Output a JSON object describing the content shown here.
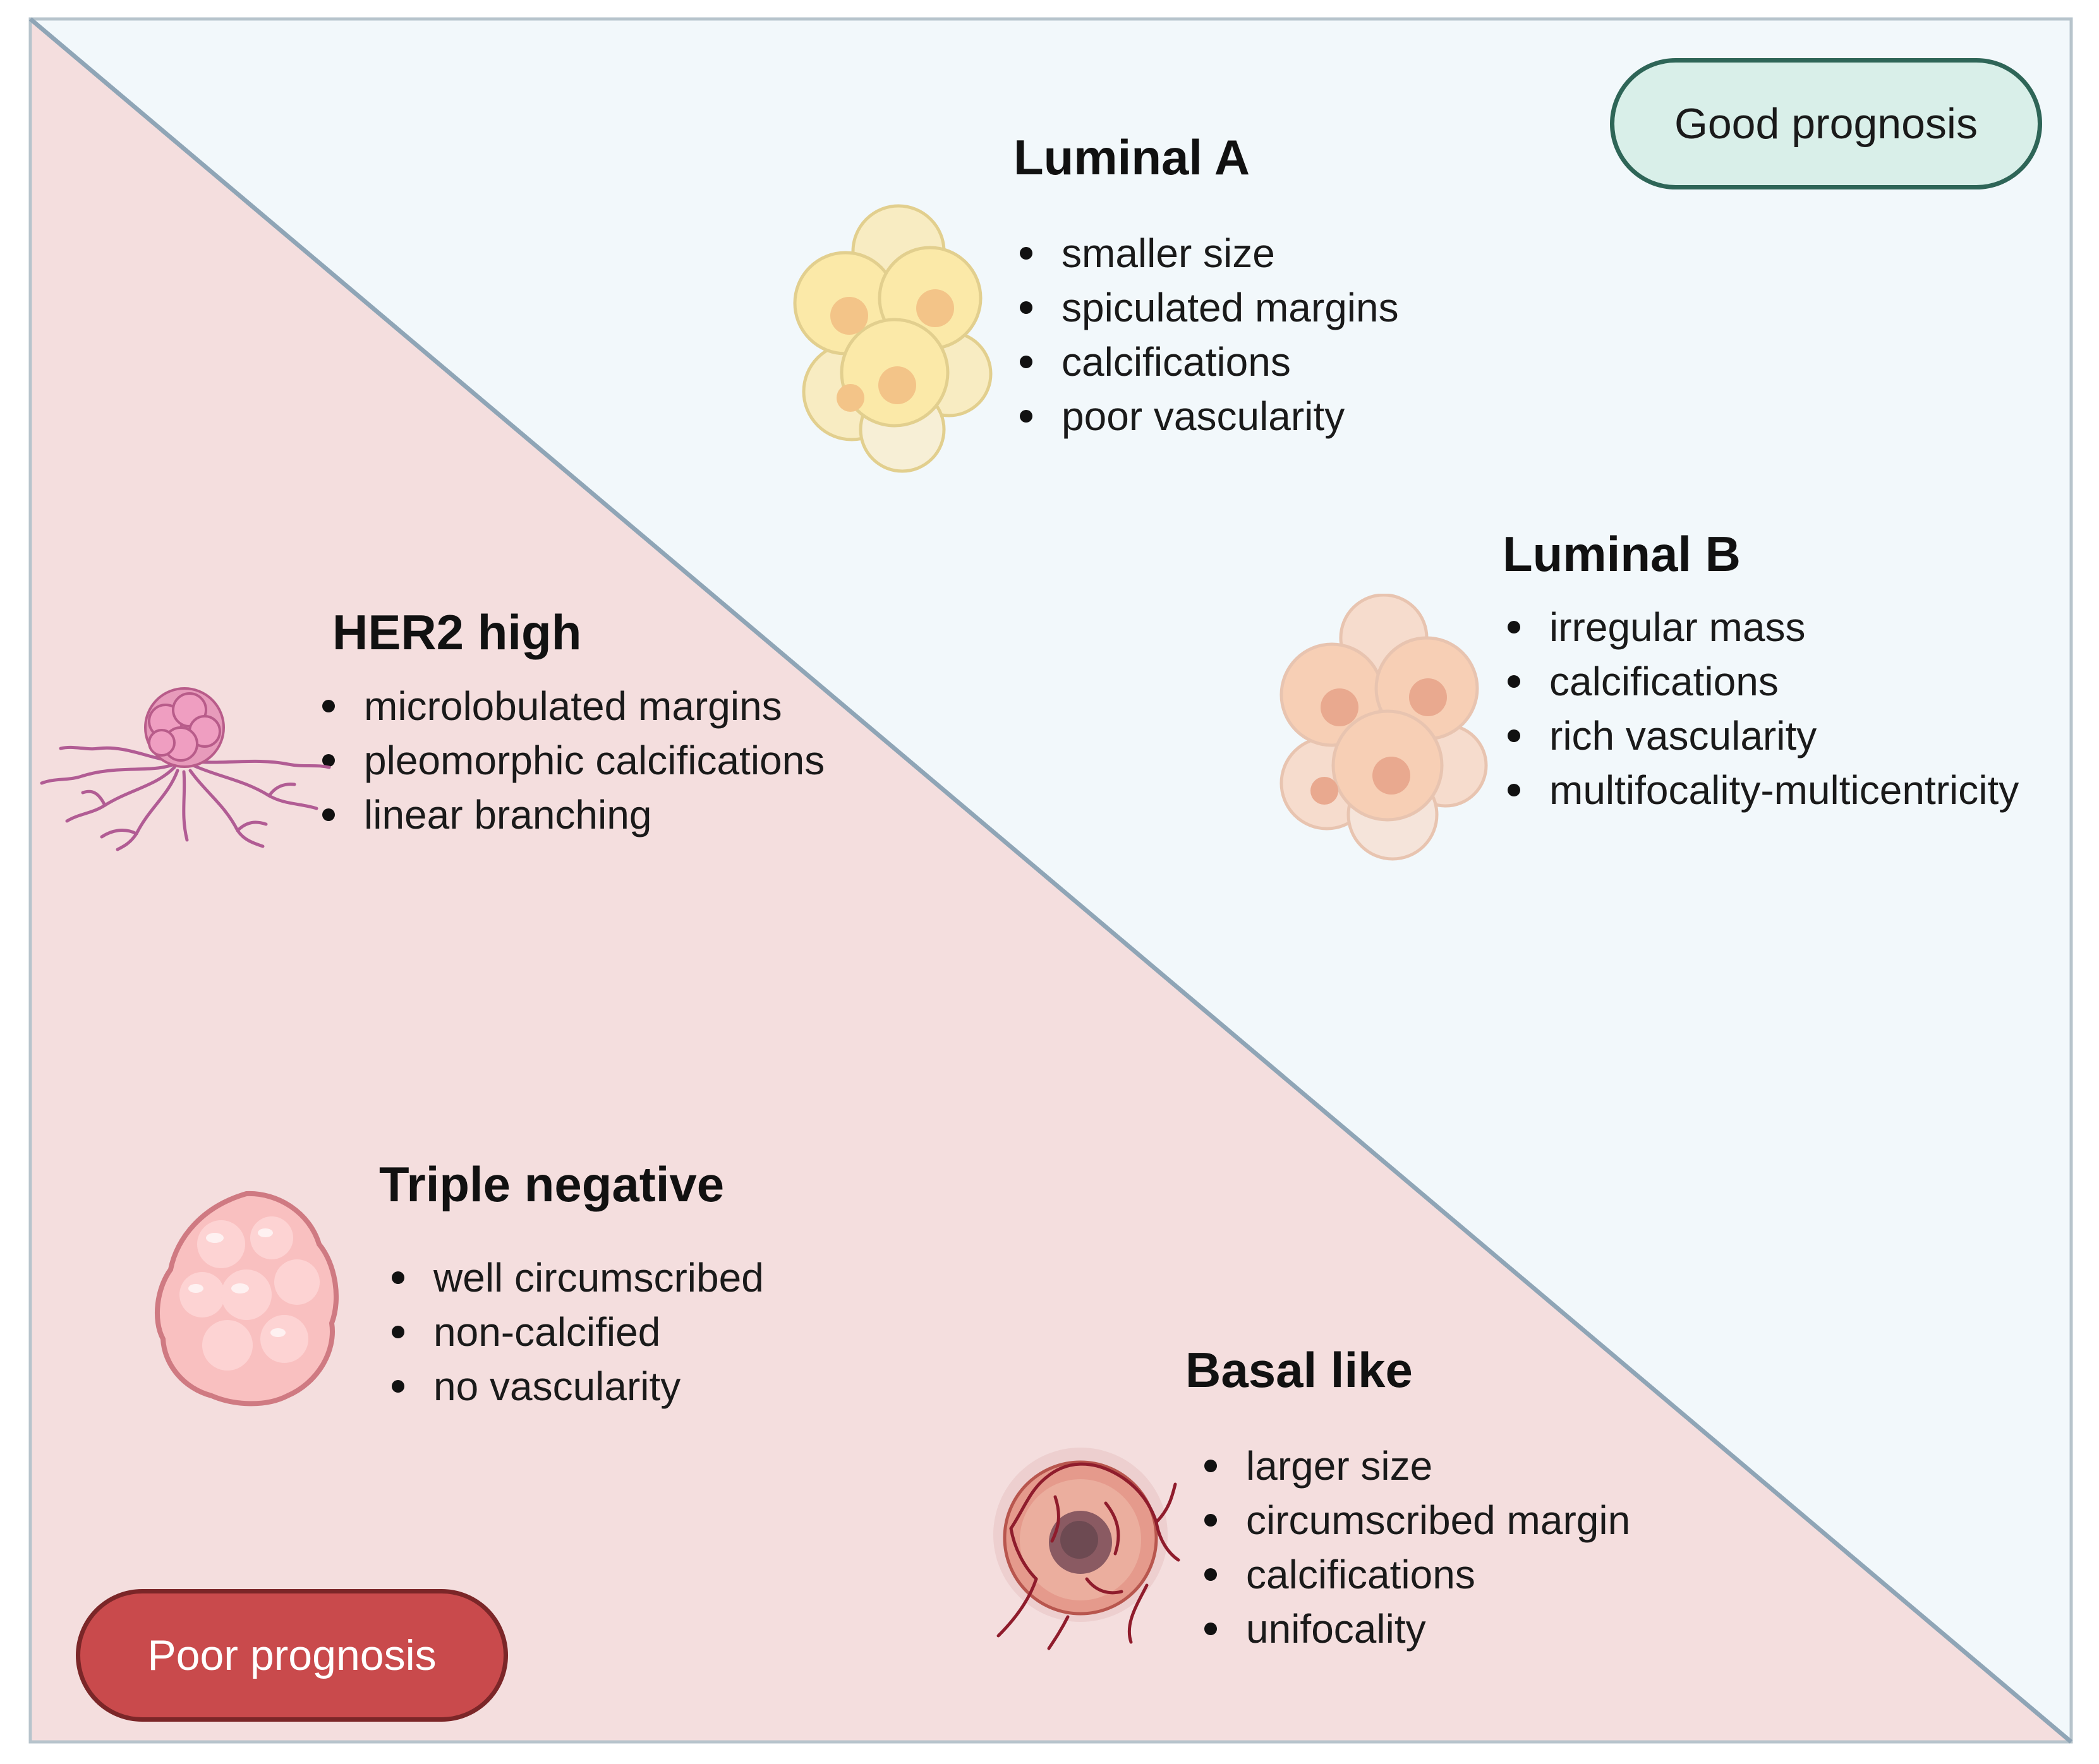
{
  "colors": {
    "good_region": "#f2f8fb",
    "poor_region": "#f4dede",
    "good_pill_fill": "#d9efe9",
    "good_pill_border": "#2e6557",
    "poor_pill_fill": "#c94a4c",
    "poor_pill_border": "#7b2628"
  },
  "badges": {
    "good": "Good prognosis",
    "poor": "Poor prognosis"
  },
  "subtypes": {
    "luminal_a": {
      "title": "Luminal A",
      "icon": "cell-cluster-yellow-icon",
      "features": [
        "smaller size",
        "spiculated margins",
        "calcifications",
        "poor vascularity"
      ]
    },
    "luminal_b": {
      "title": "Luminal B",
      "icon": "cell-cluster-peach-icon",
      "features": [
        "irregular mass",
        "calcifications",
        "rich vascularity",
        "multifocality-multicentricity"
      ]
    },
    "her2_high": {
      "title": "HER2 high",
      "icon": "spiculated-tumor-icon",
      "features": [
        "microlobulated margins",
        "pleomorphic calcifications",
        "linear branching"
      ]
    },
    "triple_negative": {
      "title": "Triple negative",
      "icon": "lobulated-mass-icon",
      "features": [
        "well circumscribed",
        "non-calcified",
        "no vascularity"
      ]
    },
    "basal_like": {
      "title": "Basal like",
      "icon": "vascularized-tumor-icon",
      "features": [
        "larger size",
        "circumscribed margin",
        "calcifications",
        "unifocality"
      ]
    }
  }
}
